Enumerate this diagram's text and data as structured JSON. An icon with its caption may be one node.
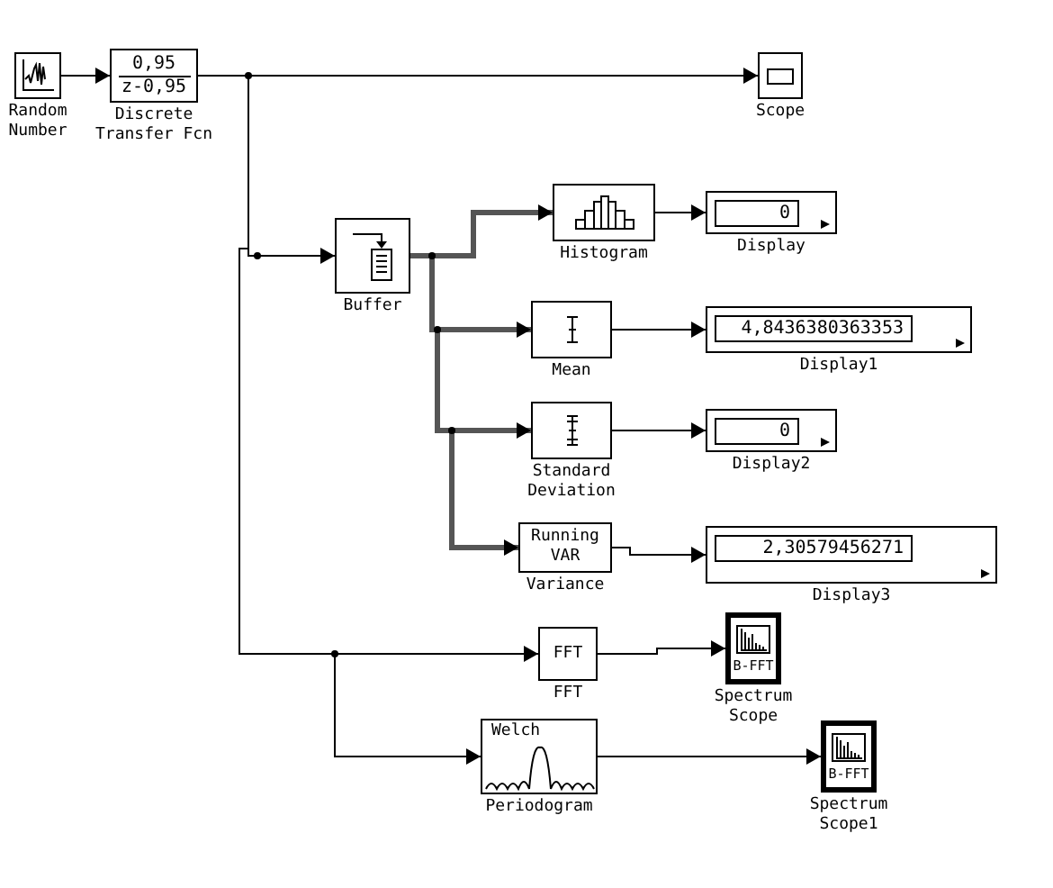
{
  "diagram": {
    "nodes": [
      {
        "text": [
          "Random Number"
        ]
      },
      {
        "text": [
          "0,95",
          "z-0,95",
          "Discrete Transfer Fcn"
        ]
      },
      {
        "text": [
          "Scope"
        ]
      },
      {
        "text": [
          "Buffer"
        ]
      },
      {
        "text": [
          "Histogram"
        ]
      },
      {
        "text": [
          "0",
          "Display"
        ]
      },
      {
        "text": [
          "Mean"
        ]
      },
      {
        "text": [
          "4,8436380363353",
          "Display1"
        ]
      },
      {
        "text": [
          "Standard Deviation"
        ]
      },
      {
        "text": [
          "0",
          "Display2"
        ]
      },
      {
        "text": [
          "Running VAR",
          "Variance"
        ]
      },
      {
        "text": [
          "2,30579456271",
          "Display3"
        ]
      },
      {
        "text": [
          "FFT",
          "FFT"
        ]
      },
      {
        "text": [
          "B-FFT",
          "Spectrum Scope"
        ]
      },
      {
        "text": [
          "Welch",
          "Periodogram"
        ]
      },
      {
        "text": [
          "B-FFT",
          "Spectrum Scope1"
        ]
      }
    ],
    "edges": [
      {
        "from": 0,
        "to": 1,
        "arrow": "to"
      },
      {
        "from": 1,
        "to": 2,
        "arrow": "to"
      },
      {
        "from": 1,
        "to": 3,
        "arrow": "to"
      },
      {
        "from": 1,
        "to": 12,
        "arrow": "to"
      },
      {
        "from": 1,
        "to": 14,
        "arrow": "to"
      },
      {
        "from": 3,
        "to": 4,
        "arrow": "to",
        "style": "thick"
      },
      {
        "from": 3,
        "to": 6,
        "arrow": "to",
        "style": "thick"
      },
      {
        "from": 3,
        "to": 8,
        "arrow": "to",
        "style": "thick"
      },
      {
        "from": 3,
        "to": 10,
        "arrow": "to",
        "style": "thick"
      },
      {
        "from": 4,
        "to": 5,
        "arrow": "to"
      },
      {
        "from": 6,
        "to": 7,
        "arrow": "to"
      },
      {
        "from": 8,
        "to": 9,
        "arrow": "to"
      },
      {
        "from": 10,
        "to": 11,
        "arrow": "to"
      },
      {
        "from": 12,
        "to": 13,
        "arrow": "to"
      },
      {
        "from": 14,
        "to": 15,
        "arrow": "to"
      }
    ]
  }
}
